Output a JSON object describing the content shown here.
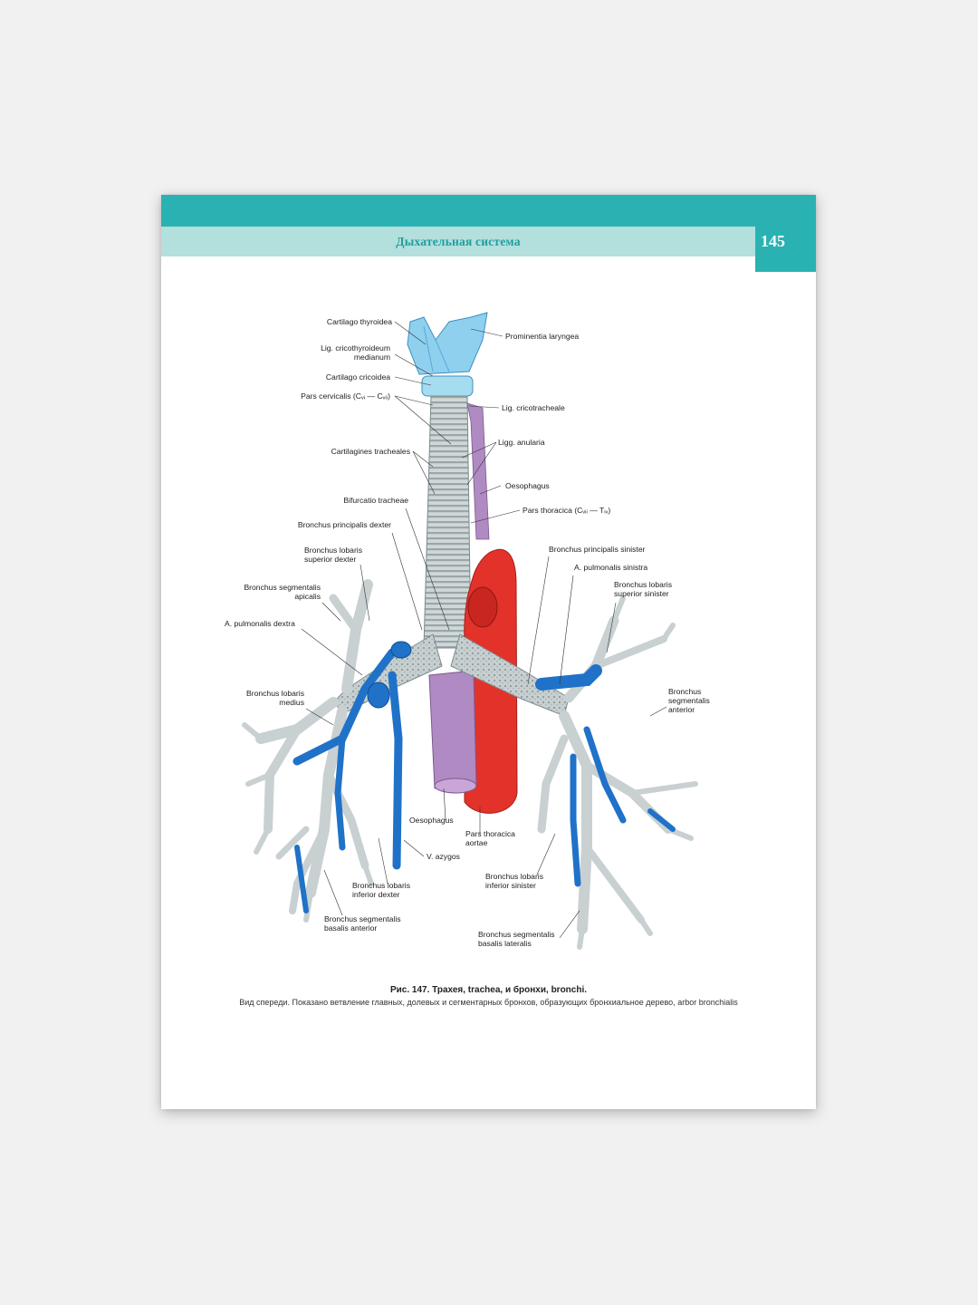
{
  "header": {
    "section_title": "Дыхательная система",
    "page_number": "145"
  },
  "labels": {
    "cartilago_thyroidea": "Cartilago thyroidea",
    "prominentia_laryngea": "Prominentia laryngea",
    "lig_cricothyroideum_1": "Lig. cricothyroideum",
    "lig_cricothyroideum_2": "medianum",
    "cartilago_cricoidea": "Cartilago cricoidea",
    "pars_cervicalis": "Pars cervicalis (Cᵥᵢ — Cᵥᵢᵢ)",
    "lig_cricotracheale": "Lig. cricotracheale",
    "ligg_anularia": "Ligg. anularia",
    "cartilagines_tracheales": "Cartilagines tracheales",
    "oesophagus_upper": "Oesophagus",
    "bifurcatio_tracheae": "Bifurcatio tracheae",
    "pars_thoracica": "Pars thoracica (Cᵥᵢᵢ — Tᵢᵥ)",
    "bronchus_principalis_dexter": "Bronchus principalis dexter",
    "bronchus_principalis_sinister": "Bronchus principalis sinister",
    "bronchus_lobaris_superior_dexter_1": "Bronchus lobaris",
    "bronchus_lobaris_superior_dexter_2": "superior dexter",
    "a_pulmonalis_sinistra": "A. pulmonalis sinistra",
    "bronchus_lobaris_superior_sinister_1": "Bronchus lobaris",
    "bronchus_lobaris_superior_sinister_2": "superior sinister",
    "bronchus_segmentalis_apicalis_1": "Bronchus segmentalis",
    "bronchus_segmentalis_apicalis_2": "apicalis",
    "a_pulmonalis_dextra": "A. pulmonalis dextra",
    "bronchus_lobaris_medius_1": "Bronchus lobaris",
    "bronchus_lobaris_medius_2": "medius",
    "bronchus_segmentalis_anterior_1": "Bronchus",
    "bronchus_segmentalis_anterior_2": "segmentalis",
    "bronchus_segmentalis_anterior_3": "anterior",
    "oesophagus_lower": "Oesophagus",
    "pars_thoracica_aortae_1": "Pars thoracica",
    "pars_thoracica_aortae_2": "aortae",
    "v_azygos": "V. azygos",
    "bronchus_lobaris_inferior_dexter_1": "Bronchus lobaris",
    "bronchus_lobaris_inferior_dexter_2": "inferior dexter",
    "bronchus_lobaris_inferior_sinister_1": "Bronchus lobaris",
    "bronchus_lobaris_inferior_sinister_2": "inferior sinister",
    "bronchus_segmentalis_basalis_anterior_1": "Bronchus segmentalis",
    "bronchus_segmentalis_basalis_anterior_2": "basalis anterior",
    "bronchus_segmentalis_basalis_lateralis_1": "Bronchus segmentalis",
    "bronchus_segmentalis_basalis_lateralis_2": "basalis lateralis"
  },
  "caption": {
    "title": "Рис. 147. Трахея, trachea, и бронхи, bronchi.",
    "text": "Вид спереди. Показано ветвление главных, долевых и сегментарных бронхов, образующих бронхиальное дерево, arbor bronchialis"
  },
  "colors": {
    "teal": "#2ab2b2",
    "header_band": "#b3dfdd",
    "title_text": "#1f9f9d",
    "cartilage": "#8fd0ef",
    "trachea": "#c9d2d3",
    "vein": "#1f72c8",
    "aorta": "#e3322a",
    "oesophagus": "#b08ac2"
  }
}
